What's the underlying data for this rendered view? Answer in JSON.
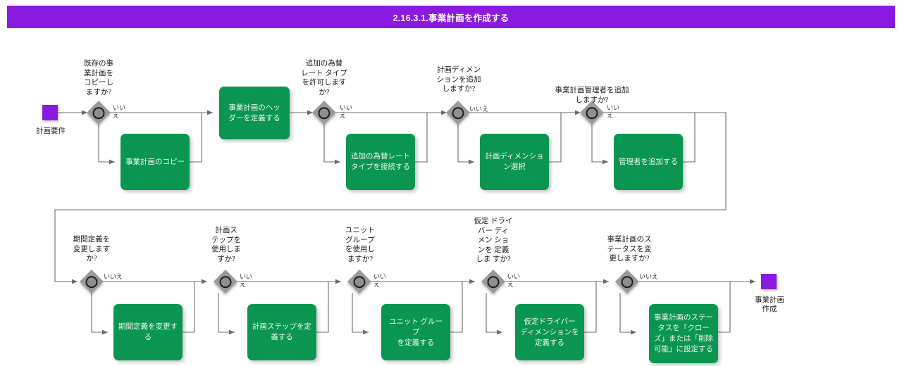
{
  "header": {
    "title": "2.16.3.1.事業計画を作成する",
    "banner_color": "#8b1ae0"
  },
  "theme": {
    "process_color": "#0a9650",
    "decision_color": "#9a9a9a",
    "terminator_color": "#8b1ae0",
    "edge_color": "#6b6b6b"
  },
  "diagram": {
    "type": "flowchart",
    "start": {
      "id": "start",
      "label": "計画要件"
    },
    "end": {
      "id": "end",
      "label": "事業計画\n作成"
    },
    "decisions": [
      {
        "id": "d1",
        "question": "既存の事\n業計画を\nコピーし\nますか?",
        "no_label": "いい\nえ"
      },
      {
        "id": "d2",
        "question": "追加の為替\nレート タイプ\nを許可します\nか?",
        "no_label": "いい\nえ"
      },
      {
        "id": "d3",
        "question": "計画ディメン\nションを追加\nしますか?",
        "no_label": "いいえ"
      },
      {
        "id": "d4",
        "question": "事業計画管理者を追加\nしますか?",
        "no_label": "いい\nえ"
      },
      {
        "id": "d5",
        "question": "期間定義を\n変更します\nか?",
        "no_label": "いいえ"
      },
      {
        "id": "d6",
        "question": "計画ス\nテップを\n使用しま\nすか?",
        "no_label": "いい\nえ"
      },
      {
        "id": "d7",
        "question": "ユニット\nグループ\nを使用し\nますか?",
        "no_label": "いい\nえ"
      },
      {
        "id": "d8",
        "question": "仮定 ドライ\nバー ディ\nメン ショ\nンを 定義\nしま すか?",
        "no_label": "いい\nえ"
      },
      {
        "id": "d9",
        "question": "事業計画のス\nテータスを変\n更しますか?",
        "no_label": "いいえ"
      }
    ],
    "processes": [
      {
        "id": "p0",
        "label": "事業計画のヘッ\nダーを定義する"
      },
      {
        "id": "p1",
        "label": "事業計画のコピー"
      },
      {
        "id": "p2",
        "label": "追加の為替レート\nタイプを接続する"
      },
      {
        "id": "p3",
        "label": "計画ディメンショ\nン選択"
      },
      {
        "id": "p4",
        "label": "管理者を追加する"
      },
      {
        "id": "p5",
        "label": "期間定義を変更す\nる"
      },
      {
        "id": "p6",
        "label": "計画ステップを定\n義する"
      },
      {
        "id": "p7",
        "label": "ユニット グループ\nを定義する"
      },
      {
        "id": "p8",
        "label": "仮定ドライバー\nディメンションを\n定義する"
      },
      {
        "id": "p9",
        "label": "事業計画のステー\nタスを「クロー\nズ」または「削除\n可能」に設定する"
      }
    ]
  }
}
